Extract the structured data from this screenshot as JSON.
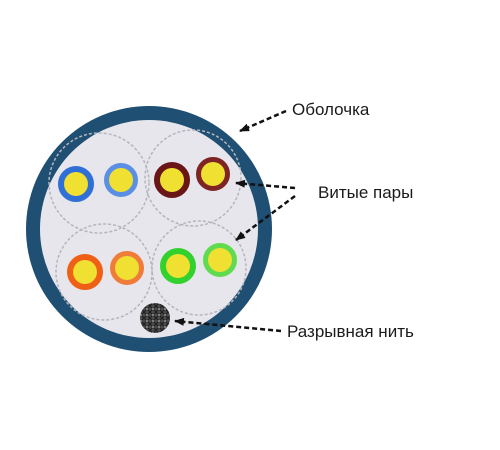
{
  "labels": {
    "jacket": "Оболочка",
    "twisted_pairs": "Витые пары",
    "ripcord": "Разрывная нить"
  },
  "colors": {
    "jacket": "#1f4f73",
    "core": "#e6e6ec",
    "pair_border": "#b5b5bc",
    "conductor": "#f0e032",
    "arrow": "#111111",
    "pair_1_outer": "#2f6fd6",
    "pair_1_inner": "#5b8fe3",
    "pair_2_outer": "#6a1616",
    "pair_2_inner": "#7e2424",
    "pair_3_outer": "#ef5f16",
    "pair_3_inner": "#f07c3a",
    "pair_4_outer": "#33d12e",
    "pair_4_inner": "#60db4f",
    "ripcord": "#3b3b3b"
  },
  "pairs": [
    {
      "name": "blue",
      "wires": [
        "blue",
        "blue-white"
      ]
    },
    {
      "name": "brown",
      "wires": [
        "brown",
        "brown-white"
      ]
    },
    {
      "name": "orange",
      "wires": [
        "orange",
        "orange-white"
      ]
    },
    {
      "name": "green",
      "wires": [
        "green",
        "green-white"
      ]
    }
  ]
}
